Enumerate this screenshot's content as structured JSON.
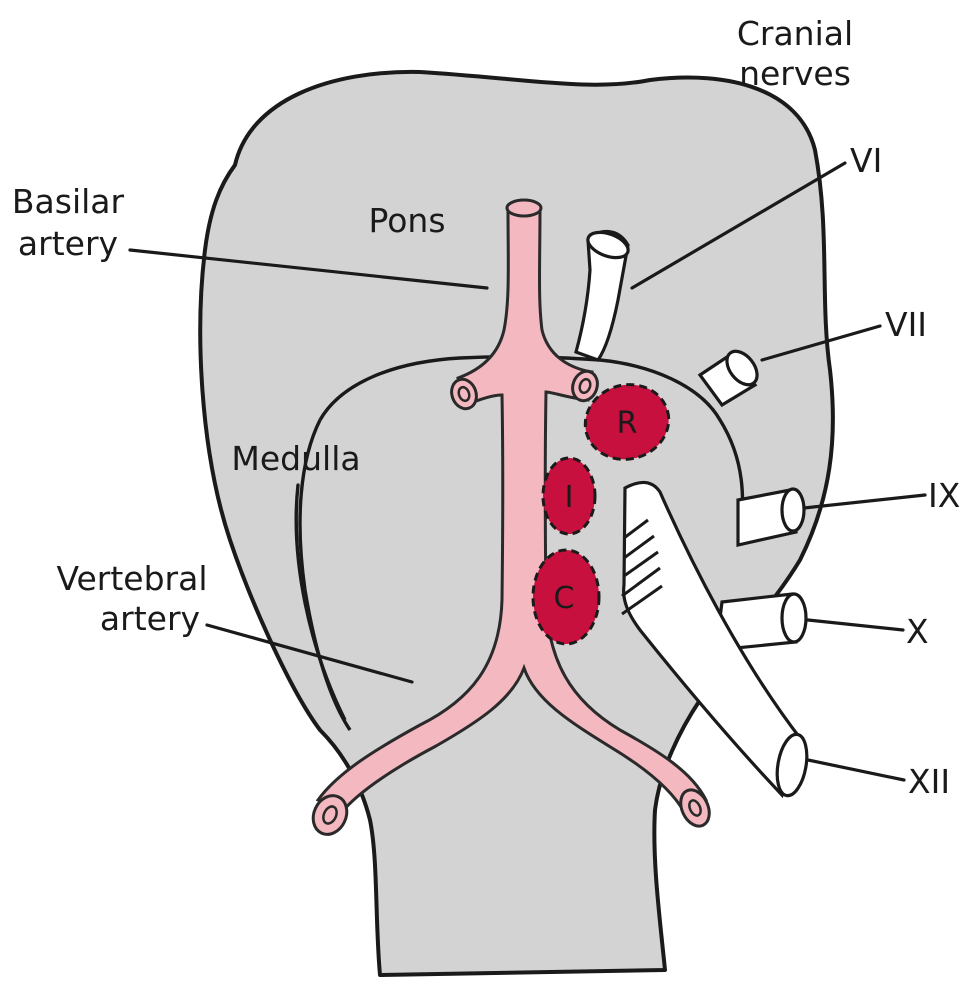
{
  "labels": {
    "cranial_nerves_line1": "Cranial",
    "cranial_nerves_line2": "nerves",
    "basilar_line1": "Basilar",
    "basilar_line2": "artery",
    "pons": "Pons",
    "medulla": "Medulla",
    "vertebral_line1": "Vertebral",
    "vertebral_line2": "artery",
    "nerve_vi": "VI",
    "nerve_vii": "VII",
    "nerve_ix": "IX",
    "nerve_x": "X",
    "nerve_xii": "XII"
  },
  "zones": {
    "rostral": "R",
    "intermediate": "I",
    "caudal": "C"
  },
  "colors": {
    "brainstem": "#d3d3d3",
    "artery": "#f4b8c0",
    "zone": "#c8103e",
    "nerve": "#ffffff",
    "line": "#1a1a1a"
  }
}
